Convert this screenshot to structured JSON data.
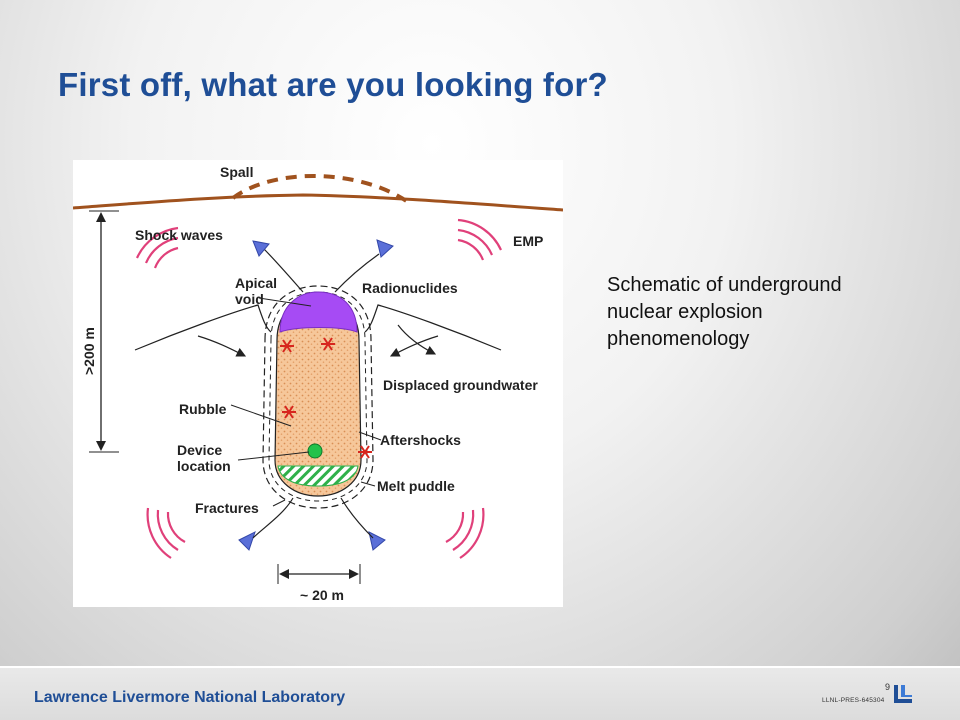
{
  "slide": {
    "title": "First off, what are you looking for?",
    "caption_lines": [
      "Schematic of underground",
      "nuclear explosion",
      "phenomenology"
    ]
  },
  "diagram": {
    "labels": {
      "spall": "Spall",
      "shock_waves": "Shock waves",
      "emp": "EMP",
      "apical_void_1": "Apical",
      "apical_void_2": "void",
      "radionuclides": "Radionuclides",
      "depth": ">200 m",
      "displaced_groundwater": "Displaced groundwater",
      "rubble": "Rubble",
      "aftershocks": "Aftershocks",
      "device_location_1": "Device",
      "device_location_2": "location",
      "melt_puddle": "Melt puddle",
      "fractures": "Fractures",
      "width": "~ 20 m"
    },
    "colors": {
      "ground": "#a0521e",
      "rubble": "#f6c79a",
      "void": "#a64bf4",
      "star": "#d7261e",
      "device": "#22c24a",
      "melt": "#2fb04a",
      "waves": "#e0407a",
      "arrow": "#5a6fd8"
    }
  },
  "footer": {
    "lab_name": "Lawrence Livermore National Laboratory",
    "page_number": "9",
    "doc_id": "LLNL-PRES-645304"
  }
}
